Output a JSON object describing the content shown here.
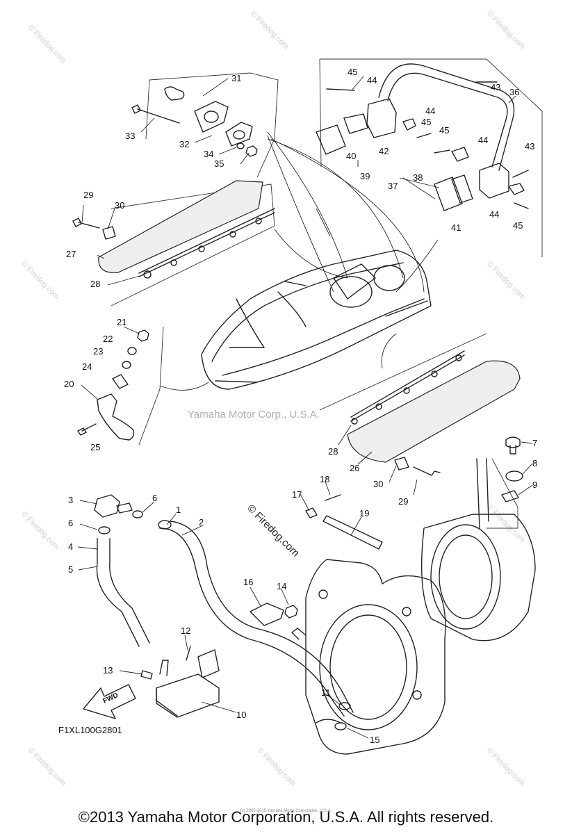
{
  "diagram_code": "F1XL100G2801",
  "fwd_label": "FWD",
  "center_watermark": "Yamaha Motor Corp., U.S.A.",
  "site_watermark": "© Firedog.com",
  "tile_watermark": "© Firedog.com",
  "footer": "©2013 Yamaha Motor Corporation, U.S.A. All rights reserved.",
  "footer_small": "(c) 2005-2015 Yamaha Motor Corporation, U.S.A.",
  "callouts": {
    "n1": "1",
    "n2": "2",
    "n3": "3",
    "n4": "4",
    "n5": "5",
    "n6a": "6",
    "n6b": "6",
    "n7": "7",
    "n8": "8",
    "n9": "9",
    "n10": "10",
    "n11": "11",
    "n12": "12",
    "n13": "13",
    "n14": "14",
    "n15": "15",
    "n16": "16",
    "n17": "17",
    "n18": "18",
    "n19": "19",
    "n20": "20",
    "n21": "21",
    "n22": "22",
    "n23": "23",
    "n24": "24",
    "n25": "25",
    "n26": "26",
    "n27": "27",
    "n28a": "28",
    "n28b": "28",
    "n29a": "29",
    "n29b": "29",
    "n30a": "30",
    "n30b": "30",
    "n31": "31",
    "n32": "32",
    "n33": "33",
    "n34": "34",
    "n35": "35",
    "n36": "36",
    "n37": "37",
    "n38": "38",
    "n39": "39",
    "n40": "40",
    "n41": "41",
    "n42": "42",
    "n43a": "43",
    "n43b": "43",
    "n44a": "44",
    "n44b": "44",
    "n44c": "44",
    "n44d": "44",
    "n45a": "45",
    "n45b": "45",
    "n45c": "45",
    "n45d": "45"
  }
}
